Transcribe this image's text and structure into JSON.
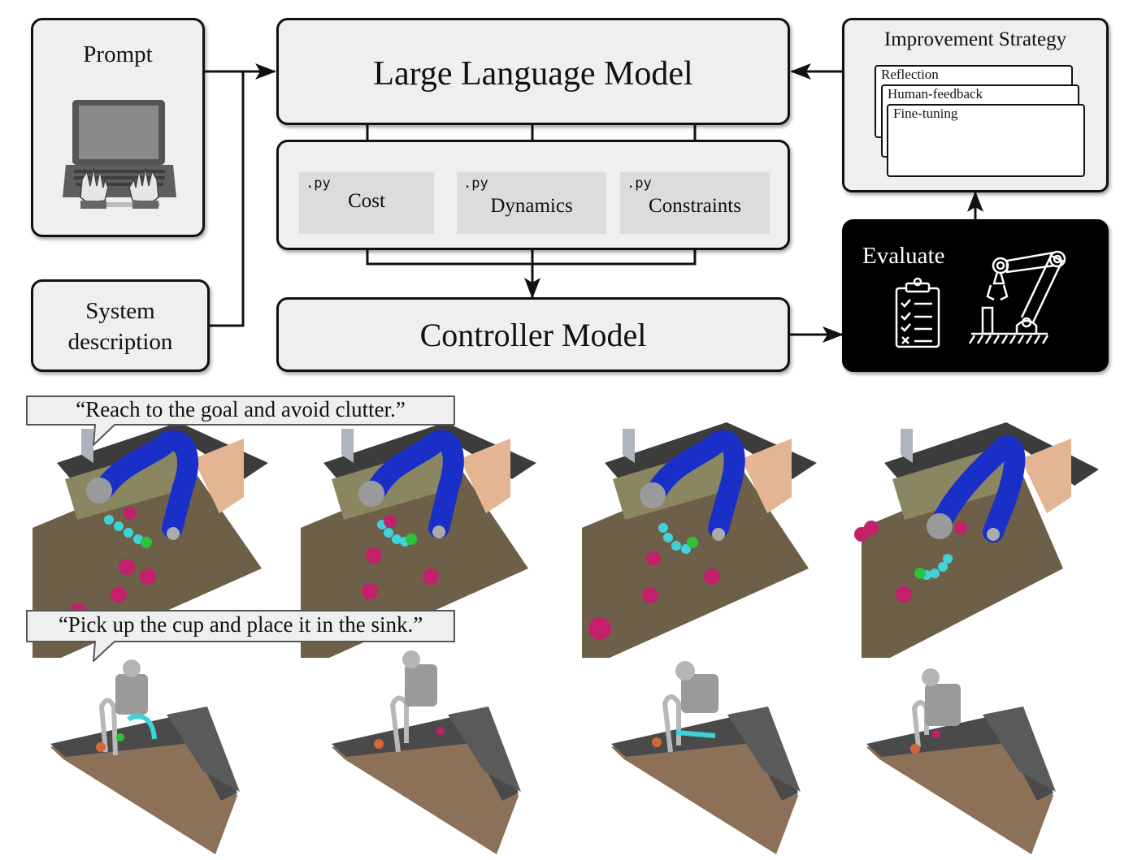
{
  "diagram": {
    "prompt_label": "Prompt",
    "system_description_lines": [
      "System",
      "description"
    ],
    "llm_label": "Large Language Model",
    "files": [
      {
        "ext": ".py",
        "name": "Cost"
      },
      {
        "ext": ".py",
        "name": "Dynamics"
      },
      {
        "ext": ".py",
        "name": "Constraints"
      }
    ],
    "controller_label": "Controller Model",
    "improvement": {
      "title": "Improvement Strategy",
      "items": [
        "Reflection",
        "Human-feedback",
        "Fine-tuning"
      ]
    },
    "evaluate_label": "Evaluate"
  },
  "scenes": {
    "task_1_quote": "“Reach to the goal and avoid clutter.”",
    "task_2_quote": "“Pick up the cup and place it in the sink.”"
  },
  "icons": [
    "laptop-typing-icon",
    "clipboard-checklist-icon",
    "robot-arm-icon"
  ],
  "colors": {
    "box_fill": "#efefef",
    "file_fill": "#dcdcdc",
    "evaluate_fill": "#000000",
    "robot_arm_blue": "#1a2fc8",
    "trajectory_cyan": "#3fd2d8",
    "cups_magenta": "#c2206a",
    "table_brown": "#6e5f48",
    "counter_dark": "#3c3c3c"
  }
}
